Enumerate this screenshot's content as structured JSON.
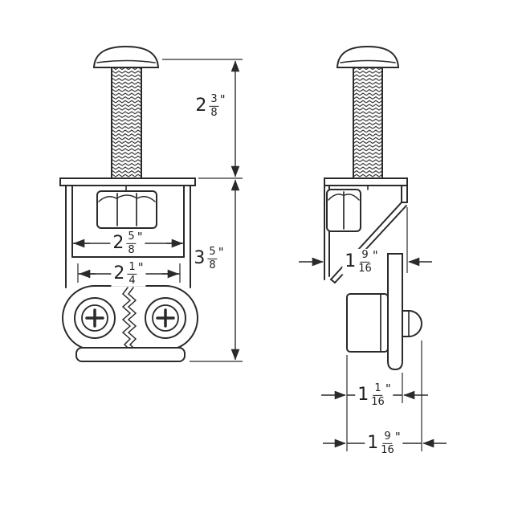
{
  "drawing": {
    "background": "#ffffff",
    "line_color": "#2a2a2a",
    "dimensions": {
      "bolt_height": {
        "whole": "2",
        "num": "3",
        "den": "8",
        "unit": "\""
      },
      "body_height": {
        "whole": "3",
        "num": "5",
        "den": "8",
        "unit": "\""
      },
      "inner_width": {
        "whole": "2",
        "num": "5",
        "den": "8",
        "unit": "\""
      },
      "roller_width": {
        "whole": "2",
        "num": "1",
        "den": "4",
        "unit": "\""
      },
      "bracket_depth": {
        "whole": "1",
        "num": "9",
        "den": "16",
        "unit": "\""
      },
      "roller_depth": {
        "whole": "1",
        "num": "1",
        "den": "16",
        "unit": "\""
      },
      "overall_depth": {
        "whole": "1",
        "num": "9",
        "den": "16",
        "unit": "\""
      }
    }
  }
}
